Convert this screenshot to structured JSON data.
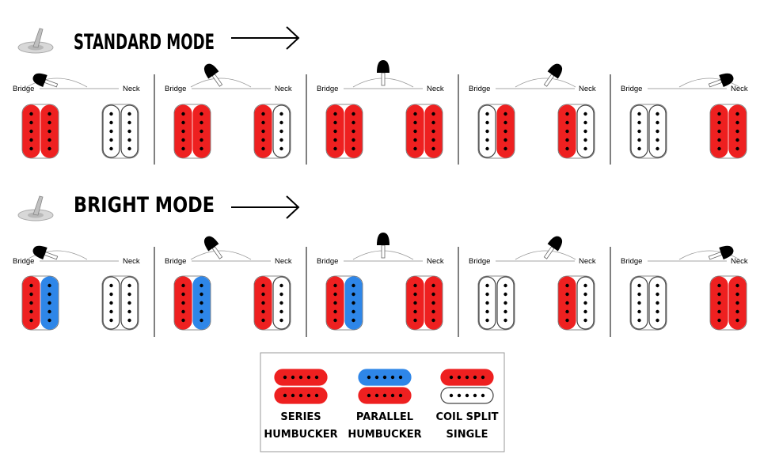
{
  "colors": {
    "series": "#ee2020",
    "parallel": "#2e86e8",
    "split": "#ffffff",
    "outline": "#555555",
    "pole": "#000000"
  },
  "modes": [
    {
      "title": "STANDARD MODE",
      "positions": [
        {
          "switch": 1,
          "bridge": "series",
          "neck": "split-both"
        },
        {
          "switch": 2,
          "bridge": "series",
          "neck": "split-right"
        },
        {
          "switch": 3,
          "bridge": "series",
          "neck": "series"
        },
        {
          "switch": 4,
          "bridge": "split-left",
          "neck": "split-right"
        },
        {
          "switch": 5,
          "bridge": "split-both",
          "neck": "series"
        }
      ]
    },
    {
      "title": "BRIGHT MODE",
      "positions": [
        {
          "switch": 1,
          "bridge": "parallel",
          "neck": "split-both"
        },
        {
          "switch": 2,
          "bridge": "parallel",
          "neck": "split-right"
        },
        {
          "switch": 3,
          "bridge": "parallel",
          "neck": "series"
        },
        {
          "switch": 4,
          "bridge": "split-both",
          "neck": "split-right"
        },
        {
          "switch": 5,
          "bridge": "split-both",
          "neck": "series"
        }
      ]
    }
  ],
  "labels": {
    "bridge": "Bridge",
    "neck": "Neck"
  },
  "legend": [
    {
      "type": "series",
      "line1": "SERIES",
      "line2": "HUMBUCKER"
    },
    {
      "type": "parallel",
      "line1": "PARALLEL",
      "line2": "HUMBUCKER"
    },
    {
      "type": "split",
      "line1": "COIL SPLIT",
      "line2": "SINGLE"
    }
  ]
}
